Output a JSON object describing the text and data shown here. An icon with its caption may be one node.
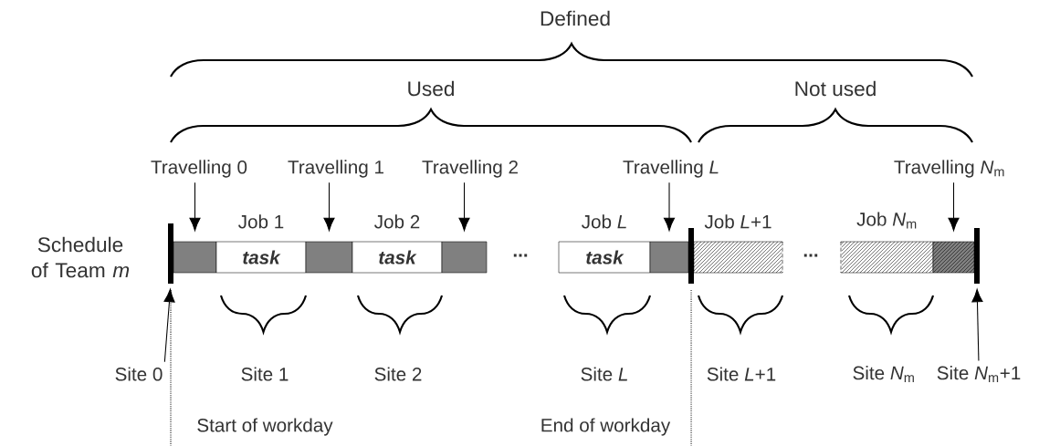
{
  "diagram": {
    "nodes": [
      {
        "text": [
          "Travelling 0"
        ]
      },
      {
        "text": [
          "Travelling 1"
        ]
      },
      {
        "text": [
          "Travelling 2"
        ]
      },
      {
        "text": [
          "Travelling *L*"
        ]
      },
      {
        "text": [
          "Travelling *N*$_{m}$"
        ]
      },
      {
        "text": [],
        "shape": "bar"
      },
      {
        "text": [],
        "shape": "box"
      },
      {
        "text": [
          "task"
        ],
        "beside": [
          "Job 1"
        ]
      },
      {
        "text": [],
        "shape": "box"
      },
      {
        "text": [
          "task"
        ],
        "beside": [
          "Job 2"
        ]
      },
      {
        "text": [],
        "shape": "box"
      },
      {
        "text": [
          "task"
        ],
        "beside": [
          "Job *L*"
        ]
      },
      {
        "text": [],
        "shape": "box"
      },
      {
        "text": [],
        "shape": "bar"
      },
      {
        "text": [],
        "shape": "box",
        "beside": [
          "Job *L*+1"
        ]
      },
      {
        "text": [],
        "shape": "box",
        "beside": [
          "Job *N*$_{m}$"
        ]
      },
      {
        "text": [],
        "shape": "box"
      },
      {
        "text": [],
        "shape": "bar"
      },
      {
        "text": [
          "Site 0"
        ]
      },
      {
        "text": [
          "Site *N*$_{m}$+1"
        ]
      }
    ],
    "edges": [
      {
        "from": 0,
        "to": 6,
        "arrow": "to"
      },
      {
        "from": 1,
        "to": 8,
        "arrow": "to"
      },
      {
        "from": 2,
        "to": 10,
        "arrow": "to"
      },
      {
        "from": 3,
        "to": 12,
        "arrow": "to"
      },
      {
        "from": 4,
        "to": 16,
        "arrow": "to"
      },
      {
        "from": 18,
        "to": 5,
        "arrow": "to"
      },
      {
        "from": 19,
        "to": 17,
        "arrow": "to"
      }
    ],
    "labels": [
      "Defined",
      "Used",
      "Not used",
      "Schedule of Team *m*",
      "...",
      "...",
      "Site 1",
      "Site 2",
      "Site *L*",
      "Site *L*+1",
      "Site *N*$_{m}$",
      "Start of workday",
      "End of workday"
    ]
  }
}
